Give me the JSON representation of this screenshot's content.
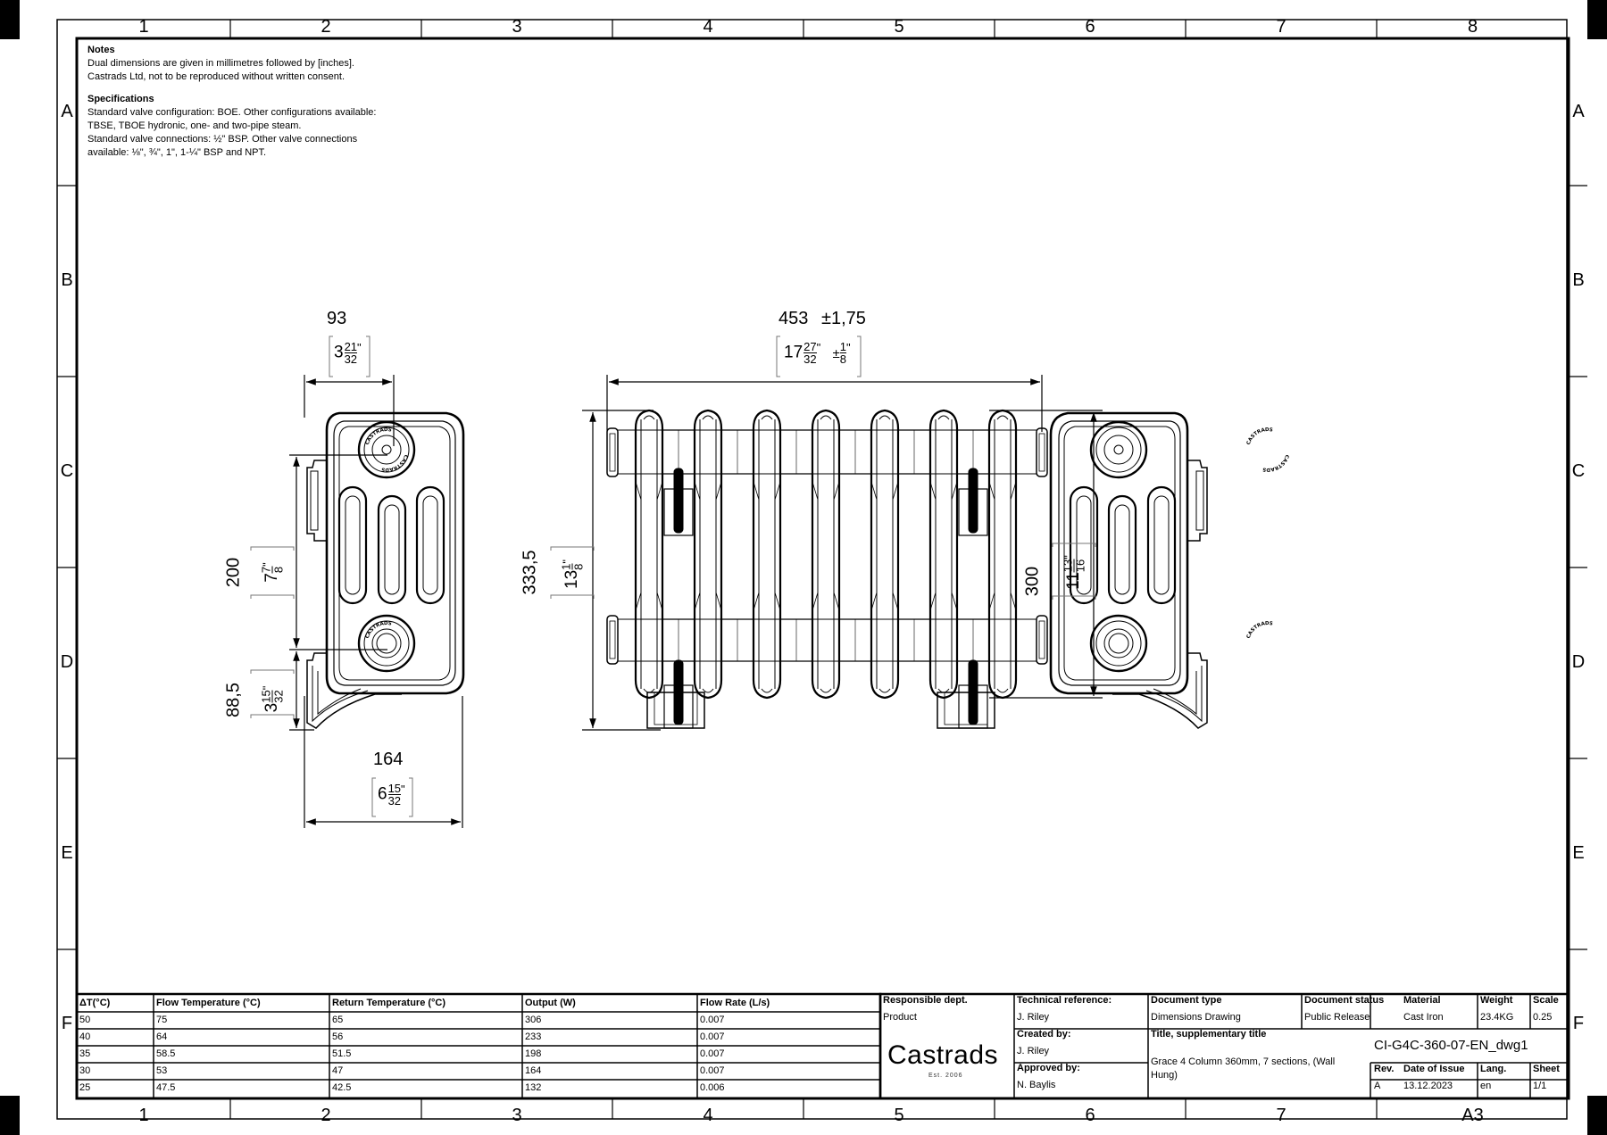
{
  "zones": {
    "cols": [
      "1",
      "2",
      "3",
      "4",
      "5",
      "6",
      "7",
      "8"
    ],
    "rows": [
      "A",
      "B",
      "C",
      "D",
      "E",
      "F"
    ],
    "bottom_right": "A3"
  },
  "notes": {
    "heading": "Notes",
    "lines": [
      "Dual dimensions are given in millimetres followed by [inches].",
      "Castrads Ltd, not to be reproduced without written consent."
    ],
    "spec_heading": "Specifications",
    "spec_lines": [
      "Standard valve configuration: BOE. Other configurations available:",
      "TBSE, TBOE hydronic, one- and two-pipe steam.",
      "Standard valve connections: ½\" BSP. Other valve connections",
      "available: ⅛\", ¾\", 1\", 1-¼\" BSP and NPT."
    ]
  },
  "dimensions": {
    "side_width_mm": "93",
    "side_width_in": {
      "whole": "3",
      "num": "21",
      "den": "32"
    },
    "front_width_mm": "453",
    "front_width_tol": "±1,75",
    "front_width_in": {
      "whole": "17",
      "num": "27",
      "den": "32"
    },
    "front_width_tol_in": {
      "whole": "±",
      "num": "1",
      "den": "8"
    },
    "centres_mm": "200",
    "centres_in": {
      "whole": "7",
      "num": "7",
      "den": "8"
    },
    "bottom_mm": "88,5",
    "bottom_in": {
      "whole": "3",
      "num": "15",
      "den": "32"
    },
    "depth_mm": "164",
    "depth_in": {
      "whole": "6",
      "num": "15",
      "den": "32"
    },
    "height_mm": "333,5",
    "height_in": {
      "whole": "13",
      "num": "1",
      "den": "8"
    },
    "inner_height_mm": "300",
    "inner_height_in": {
      "whole": "11",
      "num": "13",
      "den": "16"
    }
  },
  "performance_table": {
    "headers": [
      "ΔT(°C)",
      "Flow Temperature (°C)",
      "Return Temperature (°C)",
      "Output (W)",
      "Flow Rate (L/s)"
    ],
    "rows": [
      [
        "50",
        "75",
        "65",
        "306",
        "0.007"
      ],
      [
        "40",
        "64",
        "56",
        "233",
        "0.007"
      ],
      [
        "35",
        "58.5",
        "51.5",
        "198",
        "0.007"
      ],
      [
        "30",
        "53",
        "47",
        "164",
        "0.007"
      ],
      [
        "25",
        "47.5",
        "42.5",
        "132",
        "0.006"
      ]
    ]
  },
  "title_block": {
    "responsible_dept_label": "Responsible dept.",
    "responsible_dept": "Product",
    "technical_reference_label": "Technical reference:",
    "technical_reference": "J. Riley",
    "document_type_label": "Document type",
    "document_type": "Dimensions Drawing",
    "document_status_label": "Document status",
    "document_status": "Public Release",
    "material_label": "Material",
    "material": "Cast Iron",
    "weight_label": "Weight",
    "weight": "23.4KG",
    "scale_label": "Scale",
    "scale": "0.25",
    "created_by_label": "Created by:",
    "created_by": "J. Riley",
    "approved_by_label": "Approved by:",
    "approved_by": "N. Baylis",
    "title_label": "Title, supplementary title",
    "title_line1": "Grace 4 Column 360mm, 7 sections, (Wall",
    "title_line2": "Hung)",
    "drawing_number": "CI-G4C-360-07-EN_dwg1",
    "rev_label": "Rev.",
    "rev": "A",
    "date_label": "Date of Issue",
    "date": "13.12.2023",
    "lang_label": "Lang.",
    "lang": "en",
    "sheet_label": "Sheet",
    "sheet": "1/1",
    "logo": "Castrads",
    "logo_sub": "Est. 2006",
    "valve_text": "CASTRADS"
  }
}
